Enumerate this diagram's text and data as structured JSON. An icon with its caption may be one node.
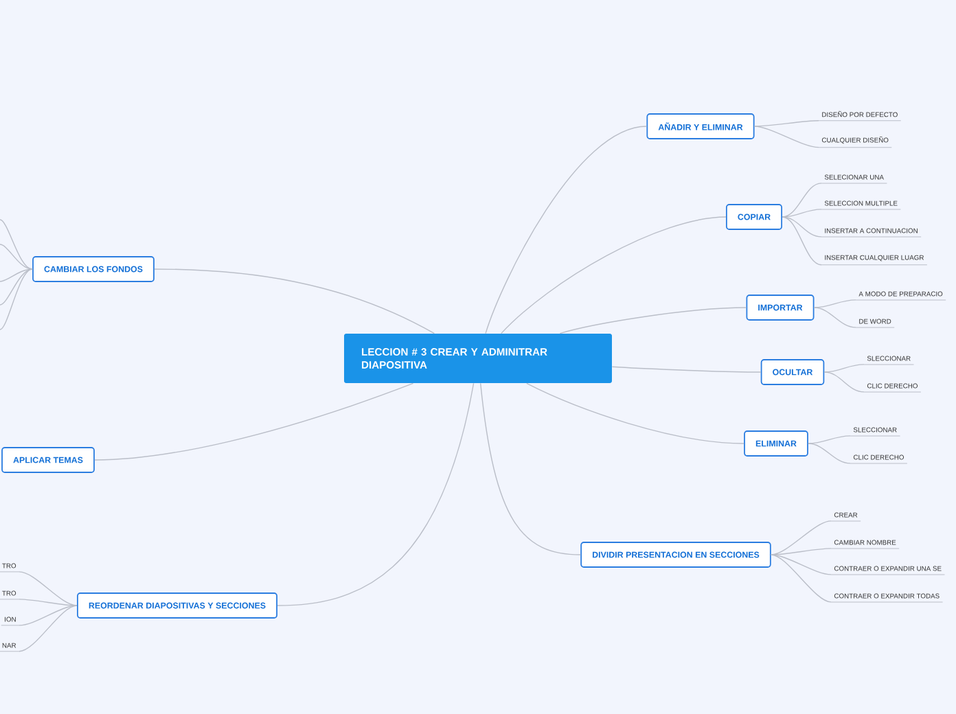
{
  "diagram": {
    "nodes": [
      {
        "text": [
          "LECCION # 3 CREAR Y ADMINITRAR DIAPOSITIVA"
        ]
      },
      {
        "text": [
          "AÑADIR Y ELIMINAR"
        ]
      },
      {
        "text": [
          "DISEÑO POR DEFECTO"
        ]
      },
      {
        "text": [
          "CUALQUIER DISEÑO"
        ]
      },
      {
        "text": [
          "COPIAR"
        ]
      },
      {
        "text": [
          "SELECIONAR UNA"
        ]
      },
      {
        "text": [
          "SELECCION MULTIPLE"
        ]
      },
      {
        "text": [
          "INSERTAR A CONTINUACION"
        ]
      },
      {
        "text": [
          "INSERTAR CUALQUIER LUAGR"
        ]
      },
      {
        "text": [
          "IMPORTAR"
        ]
      },
      {
        "text": [
          "A MODO DE PREPARACIO"
        ]
      },
      {
        "text": [
          "DE WORD"
        ]
      },
      {
        "text": [
          "OCULTAR"
        ]
      },
      {
        "text": [
          "SLECCIONAR"
        ]
      },
      {
        "text": [
          "CLIC DERECHO"
        ]
      },
      {
        "text": [
          "ELIMINAR"
        ]
      },
      {
        "text": [
          "SLECCIONAR"
        ]
      },
      {
        "text": [
          "CLIC DERECHO"
        ]
      },
      {
        "text": [
          "DIVIDIR PRESENTACION EN SECCIONES"
        ]
      },
      {
        "text": [
          "CREAR"
        ]
      },
      {
        "text": [
          "CAMBIAR NOMBRE"
        ]
      },
      {
        "text": [
          "CONTRAER O EXPANDIR UNA SE"
        ]
      },
      {
        "text": [
          "CONTRAER O EXPANDIR TODAS"
        ]
      },
      {
        "text": [
          "CAMBIAR LOS FONDOS"
        ]
      },
      {
        "text": [
          "APLICAR TEMAS"
        ]
      },
      {
        "text": [
          "REORDENAR DIAPOSITIVAS Y SECCIONES"
        ]
      },
      {
        "text": [
          "TRO"
        ]
      },
      {
        "text": [
          "TRO"
        ]
      },
      {
        "text": [
          "ION"
        ]
      },
      {
        "text": [
          "NAR"
        ]
      }
    ],
    "edges": [
      {
        "from": 0,
        "to": 1,
        "arrow": "none"
      },
      {
        "from": 1,
        "to": 2,
        "arrow": "none"
      },
      {
        "from": 1,
        "to": 3,
        "arrow": "none"
      },
      {
        "from": 0,
        "to": 4,
        "arrow": "none"
      },
      {
        "from": 4,
        "to": 5,
        "arrow": "none"
      },
      {
        "from": 4,
        "to": 6,
        "arrow": "none"
      },
      {
        "from": 4,
        "to": 7,
        "arrow": "none"
      },
      {
        "from": 4,
        "to": 8,
        "arrow": "none"
      },
      {
        "from": 0,
        "to": 9,
        "arrow": "none"
      },
      {
        "from": 9,
        "to": 10,
        "arrow": "none"
      },
      {
        "from": 9,
        "to": 11,
        "arrow": "none"
      },
      {
        "from": 0,
        "to": 12,
        "arrow": "none"
      },
      {
        "from": 12,
        "to": 13,
        "arrow": "none"
      },
      {
        "from": 12,
        "to": 14,
        "arrow": "none"
      },
      {
        "from": 0,
        "to": 15,
        "arrow": "none"
      },
      {
        "from": 15,
        "to": 16,
        "arrow": "none"
      },
      {
        "from": 15,
        "to": 17,
        "arrow": "none"
      },
      {
        "from": 0,
        "to": 18,
        "arrow": "none"
      },
      {
        "from": 18,
        "to": 19,
        "arrow": "none"
      },
      {
        "from": 18,
        "to": 20,
        "arrow": "none"
      },
      {
        "from": 18,
        "to": 21,
        "arrow": "none"
      },
      {
        "from": 18,
        "to": 22,
        "arrow": "none"
      },
      {
        "from": 0,
        "to": 23,
        "arrow": "none"
      },
      {
        "from": 23,
        "to": null,
        "arrow": "none"
      },
      {
        "from": 23,
        "to": null,
        "arrow": "none"
      },
      {
        "from": 23,
        "to": null,
        "arrow": "none"
      },
      {
        "from": 23,
        "to": null,
        "arrow": "none"
      },
      {
        "from": 23,
        "to": null,
        "arrow": "none"
      },
      {
        "from": 0,
        "to": 24,
        "arrow": "none"
      },
      {
        "from": 0,
        "to": 25,
        "arrow": "none"
      },
      {
        "from": 25,
        "to": 26,
        "arrow": "none"
      },
      {
        "from": 25,
        "to": 27,
        "arrow": "none"
      },
      {
        "from": 25,
        "to": 28,
        "arrow": "none"
      },
      {
        "from": 25,
        "to": 29,
        "arrow": "none"
      }
    ]
  }
}
